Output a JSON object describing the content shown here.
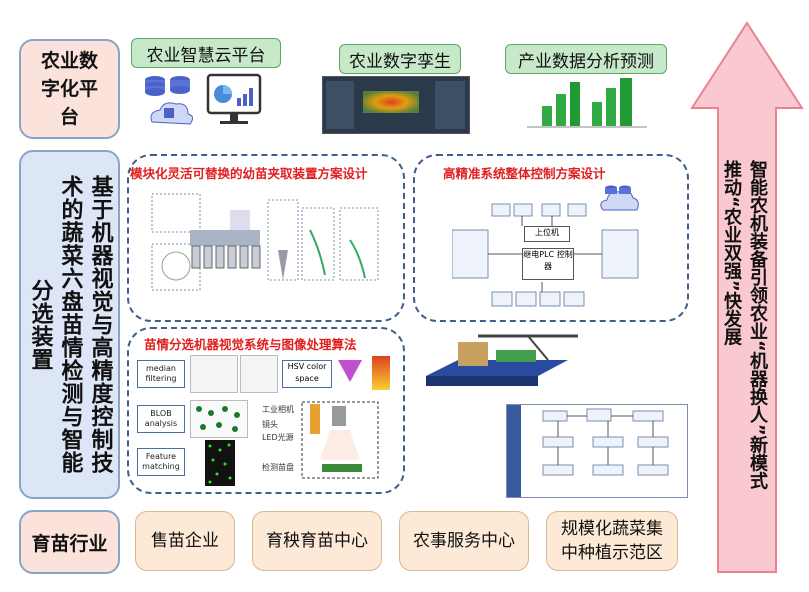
{
  "left": {
    "platform": "农业数字化平台",
    "core": "基于机器视觉与高精度控制技术的蔬菜六盘苗情检测与智能分选装置",
    "industry": "育苗行业"
  },
  "top": {
    "tags": [
      "农业智慧云平台",
      "农业数字孪生",
      "产业数据分析预测"
    ]
  },
  "panels": {
    "gripper": "模块化灵活可替换的幼苗夹取装置方案设计",
    "control": "高精准系统整体控制方案设计",
    "vision": "苗情分选机器视觉系统与图像处理算法"
  },
  "vision": {
    "algos": [
      "median filtering",
      "BLOB analysis",
      "Feature matching"
    ],
    "hsv": "HSV color space",
    "hardware": [
      "工业相机",
      "镜头",
      "LED光源",
      "检测苗盘"
    ]
  },
  "control": {
    "upper": "上位机",
    "plc": "继电PLC 控制器"
  },
  "bottom": {
    "tags": [
      "售苗企业",
      "育秧育苗中心",
      "农事服务中心",
      "规模化蔬菜集中种植示范区"
    ]
  },
  "arrow": {
    "line1": "智能农机装备引领农业“机器换人”新模式",
    "line2": "推动“农业双强”快发展"
  },
  "colors": {
    "arrow_fill": "#f9c9cf",
    "arrow_stroke": "#e8838f",
    "panel_border": "#3e5f8c",
    "title_red": "#e02020"
  }
}
